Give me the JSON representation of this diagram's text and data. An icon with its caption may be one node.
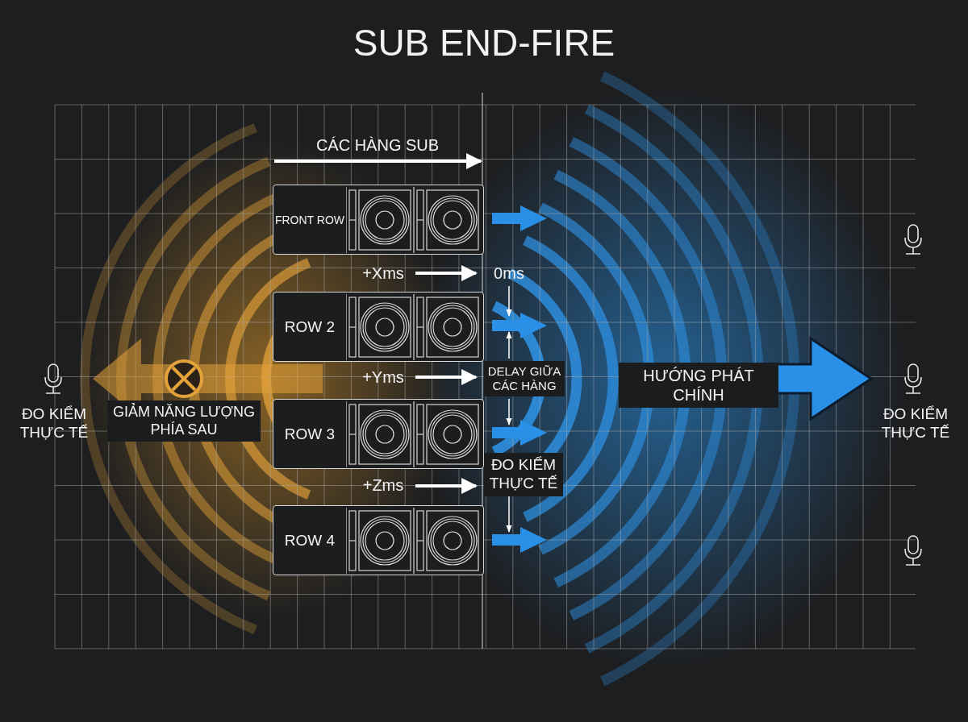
{
  "diagram": {
    "title": "SUB END-FIRE",
    "nodes": [
      {
        "text": [
          "FRONT ROW"
        ]
      },
      {
        "text": [
          "ROW 2"
        ]
      },
      {
        "text": [
          "ROW 3"
        ]
      },
      {
        "text": [
          "ROW 4"
        ]
      }
    ],
    "labels": [
      "CÁC HÀNG SUB",
      "+Xms",
      "0ms",
      "+Yms",
      "DELAY GIỮA CÁC HÀNG",
      "HƯỚNG PHÁT CHÍNH",
      "ĐO KIỂM THỰC TẾ",
      "GIẢM NĂNG LƯỢNG PHÍA SAU",
      "ĐO KIỂM THỰC TẾ",
      "ĐO KIỂM THỰC TẾ",
      "+Zms"
    ]
  }
}
